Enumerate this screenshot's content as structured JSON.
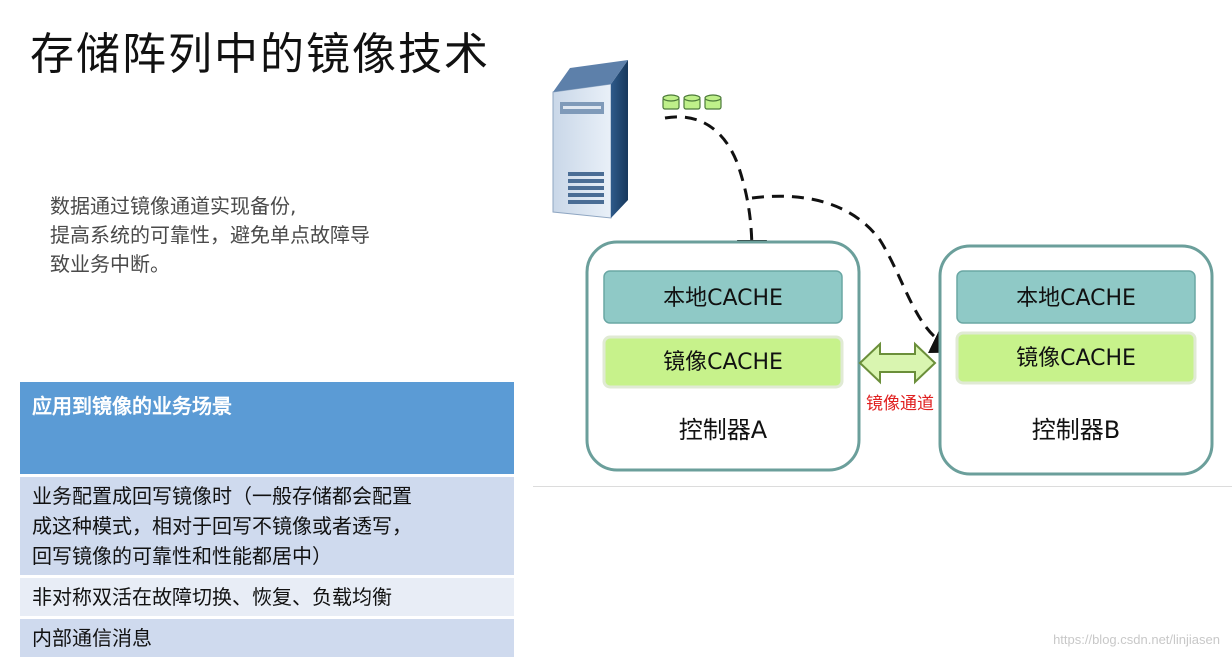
{
  "title": "存储阵列中的镜像技术",
  "description": {
    "lines": [
      "数据通过镜像通道实现备份,",
      "提高系统的可靠性，避免单点故障导",
      "致业务中断。"
    ]
  },
  "table": {
    "header": "应用到镜像的业务场景",
    "rows": [
      [
        "业务配置成回写镜像时（一般存储都会配置",
        "成这种模式，相对于回写不镜像或者透写，",
        "回写镜像的可靠性和性能都居中）"
      ],
      [
        "非对称双活在故障切换、恢复、负载均衡"
      ],
      [
        "内部通信消息"
      ]
    ]
  },
  "diagram": {
    "controller_a": {
      "name": "控制器A",
      "local_cache": "本地CACHE",
      "mirror_cache": "镜像CACHE"
    },
    "controller_b": {
      "name": "控制器B",
      "local_cache": "本地CACHE",
      "mirror_cache": "镜像CACHE"
    },
    "channel_label": "镜像通道",
    "server_icon": "server-tower-icon",
    "data_icon": "data-disks-icon"
  },
  "colors": {
    "local_cache": "#8fc9c6",
    "mirror_cache": "#c7f28b",
    "controller_border": "#6b9f9b",
    "channel_label": "#e02020",
    "arrow_fill": "#d9f5b0",
    "header_bg": "#5b9bd5"
  },
  "watermark": "https://blog.csdn.net/linjiasen"
}
